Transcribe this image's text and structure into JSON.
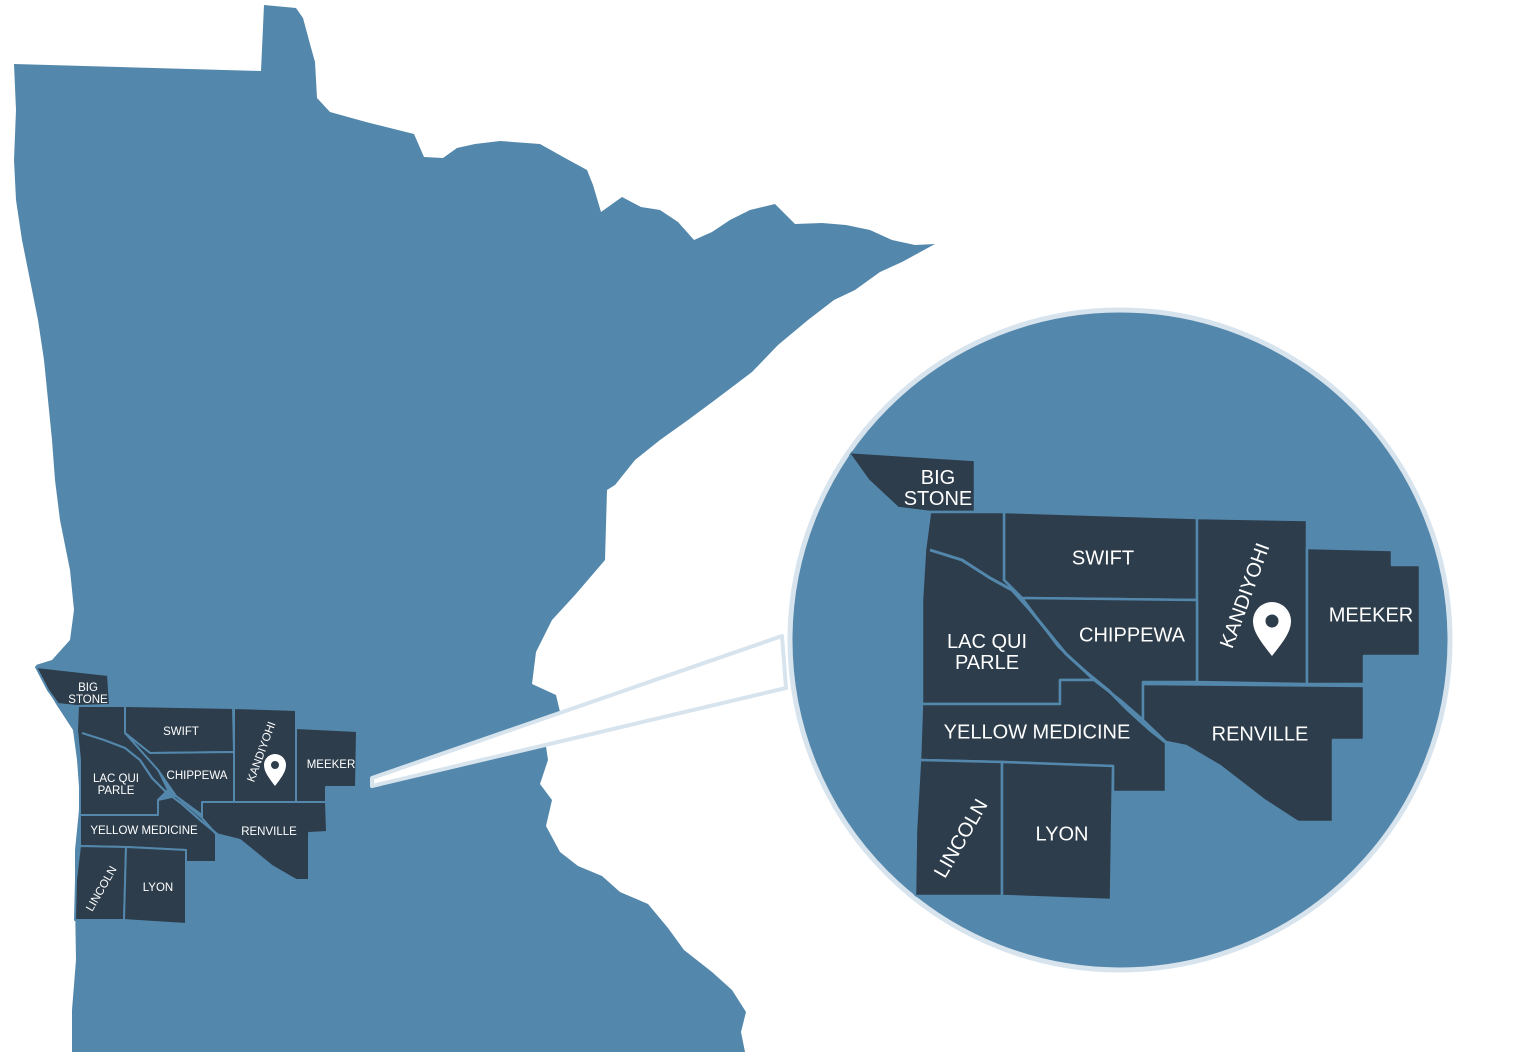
{
  "map": {
    "colors": {
      "state_fill": "#5387ab",
      "county_fill": "#2d3d4b",
      "label_color": "#ffffff",
      "callout_outline": "#d7e4ee",
      "background": "#ffffff"
    },
    "counties": {
      "big_stone": {
        "line1": "BIG",
        "line2": "STONE"
      },
      "swift": "SWIFT",
      "kandiyohi": "KANDIYOHI",
      "meeker": "MEEKER",
      "lac_qui_parle": {
        "line1": "LAC QUI",
        "line2": "PARLE"
      },
      "chippewa": "CHIPPEWA",
      "yellow_medicine": "YELLOW MEDICINE",
      "renville": "RENVILLE",
      "lincoln": "LINCOLN",
      "lyon": "LYON"
    },
    "marker": {
      "icon": "map-pin-icon",
      "county": "KANDIYOHI"
    }
  }
}
